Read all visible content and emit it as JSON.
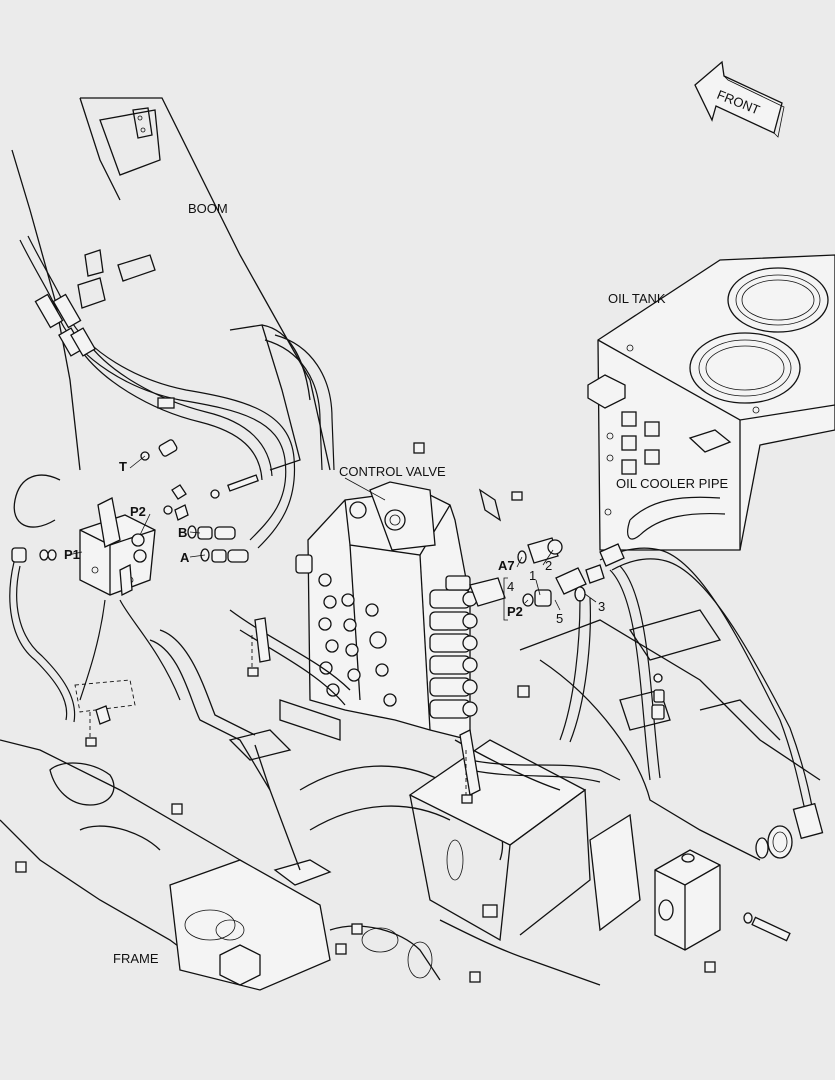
{
  "labels": {
    "front": "FRONT",
    "boom": "BOOM",
    "oil_tank": "OIL TANK",
    "control_valve": "CONTROL VALVE",
    "oil_cooler_pipe": "OIL COOLER PIPE",
    "frame": "FRAME"
  },
  "ports": {
    "t": "T",
    "p2_left": "P2",
    "b": "B",
    "a": "A",
    "p1": "P1",
    "a7": "A7",
    "p2_right": "P2"
  },
  "callouts": [
    "1",
    "2",
    "3",
    "4",
    "5"
  ]
}
